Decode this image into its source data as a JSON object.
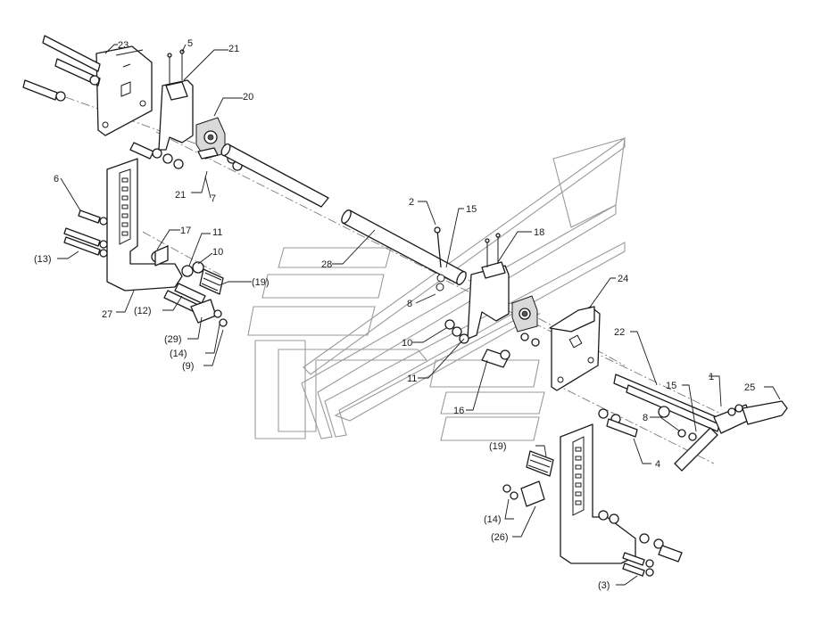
{
  "callouts": {
    "c23": "23",
    "c5": "5",
    "c21a": "21",
    "c20": "20",
    "c21b": "21",
    "c7": "7",
    "c6": "6",
    "c17": "17",
    "c11a": "11",
    "c10a": "10",
    "c13": "(13)",
    "c19a": "(19)",
    "c12": "(12)",
    "c27": "27",
    "c29": "(29)",
    "c14a": "(14)",
    "c9": "(9)",
    "c2": "2",
    "c15a": "15",
    "c18": "18",
    "c28": "28",
    "c8a": "8",
    "c10b": "10",
    "c11b": "11",
    "c16": "16",
    "c24": "24",
    "c22": "22",
    "c1": "1",
    "c15b": "15",
    "c25": "25",
    "c8b": "8",
    "c4": "4",
    "c19b": "(19)",
    "c14b": "(14)",
    "c26": "(26)",
    "c3": "(3)"
  }
}
